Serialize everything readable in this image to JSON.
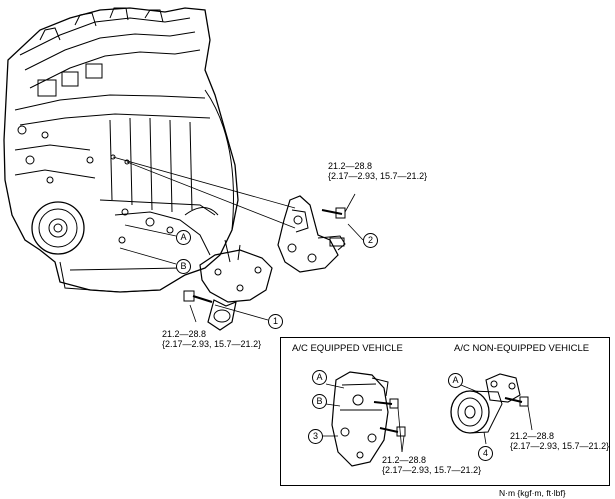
{
  "torque_specs": {
    "top_bracket_bolt": {
      "line1": "21.2—28.8",
      "line2": "{2.17—2.93, 15.7—21.2}"
    },
    "lower_bolt": {
      "line1": "21.2—28.8",
      "line2": "{2.17—2.93, 15.7—21.2}"
    },
    "ac_equipped_bolt": {
      "line1": "21.2—28.8",
      "line2": "{2.17—2.93, 15.7—21.2}"
    },
    "ac_non_equipped_bolt": {
      "line1": "21.2—28.8",
      "line2": "{2.17—2.93, 15.7—21.2}"
    }
  },
  "callouts": {
    "main_A": "A",
    "main_B": "B",
    "num_1": "1",
    "num_2": "2",
    "inset_A1": "A",
    "inset_B": "B",
    "num_3": "3",
    "inset_A2": "A",
    "num_4": "4"
  },
  "inset": {
    "ac_equipped_title": "A/C EQUIPPED VEHICLE",
    "ac_non_equipped_title": "A/C NON-EQUIPPED VEHICLE"
  },
  "units_note": "N·m {kgf·m, ft·lbf}"
}
